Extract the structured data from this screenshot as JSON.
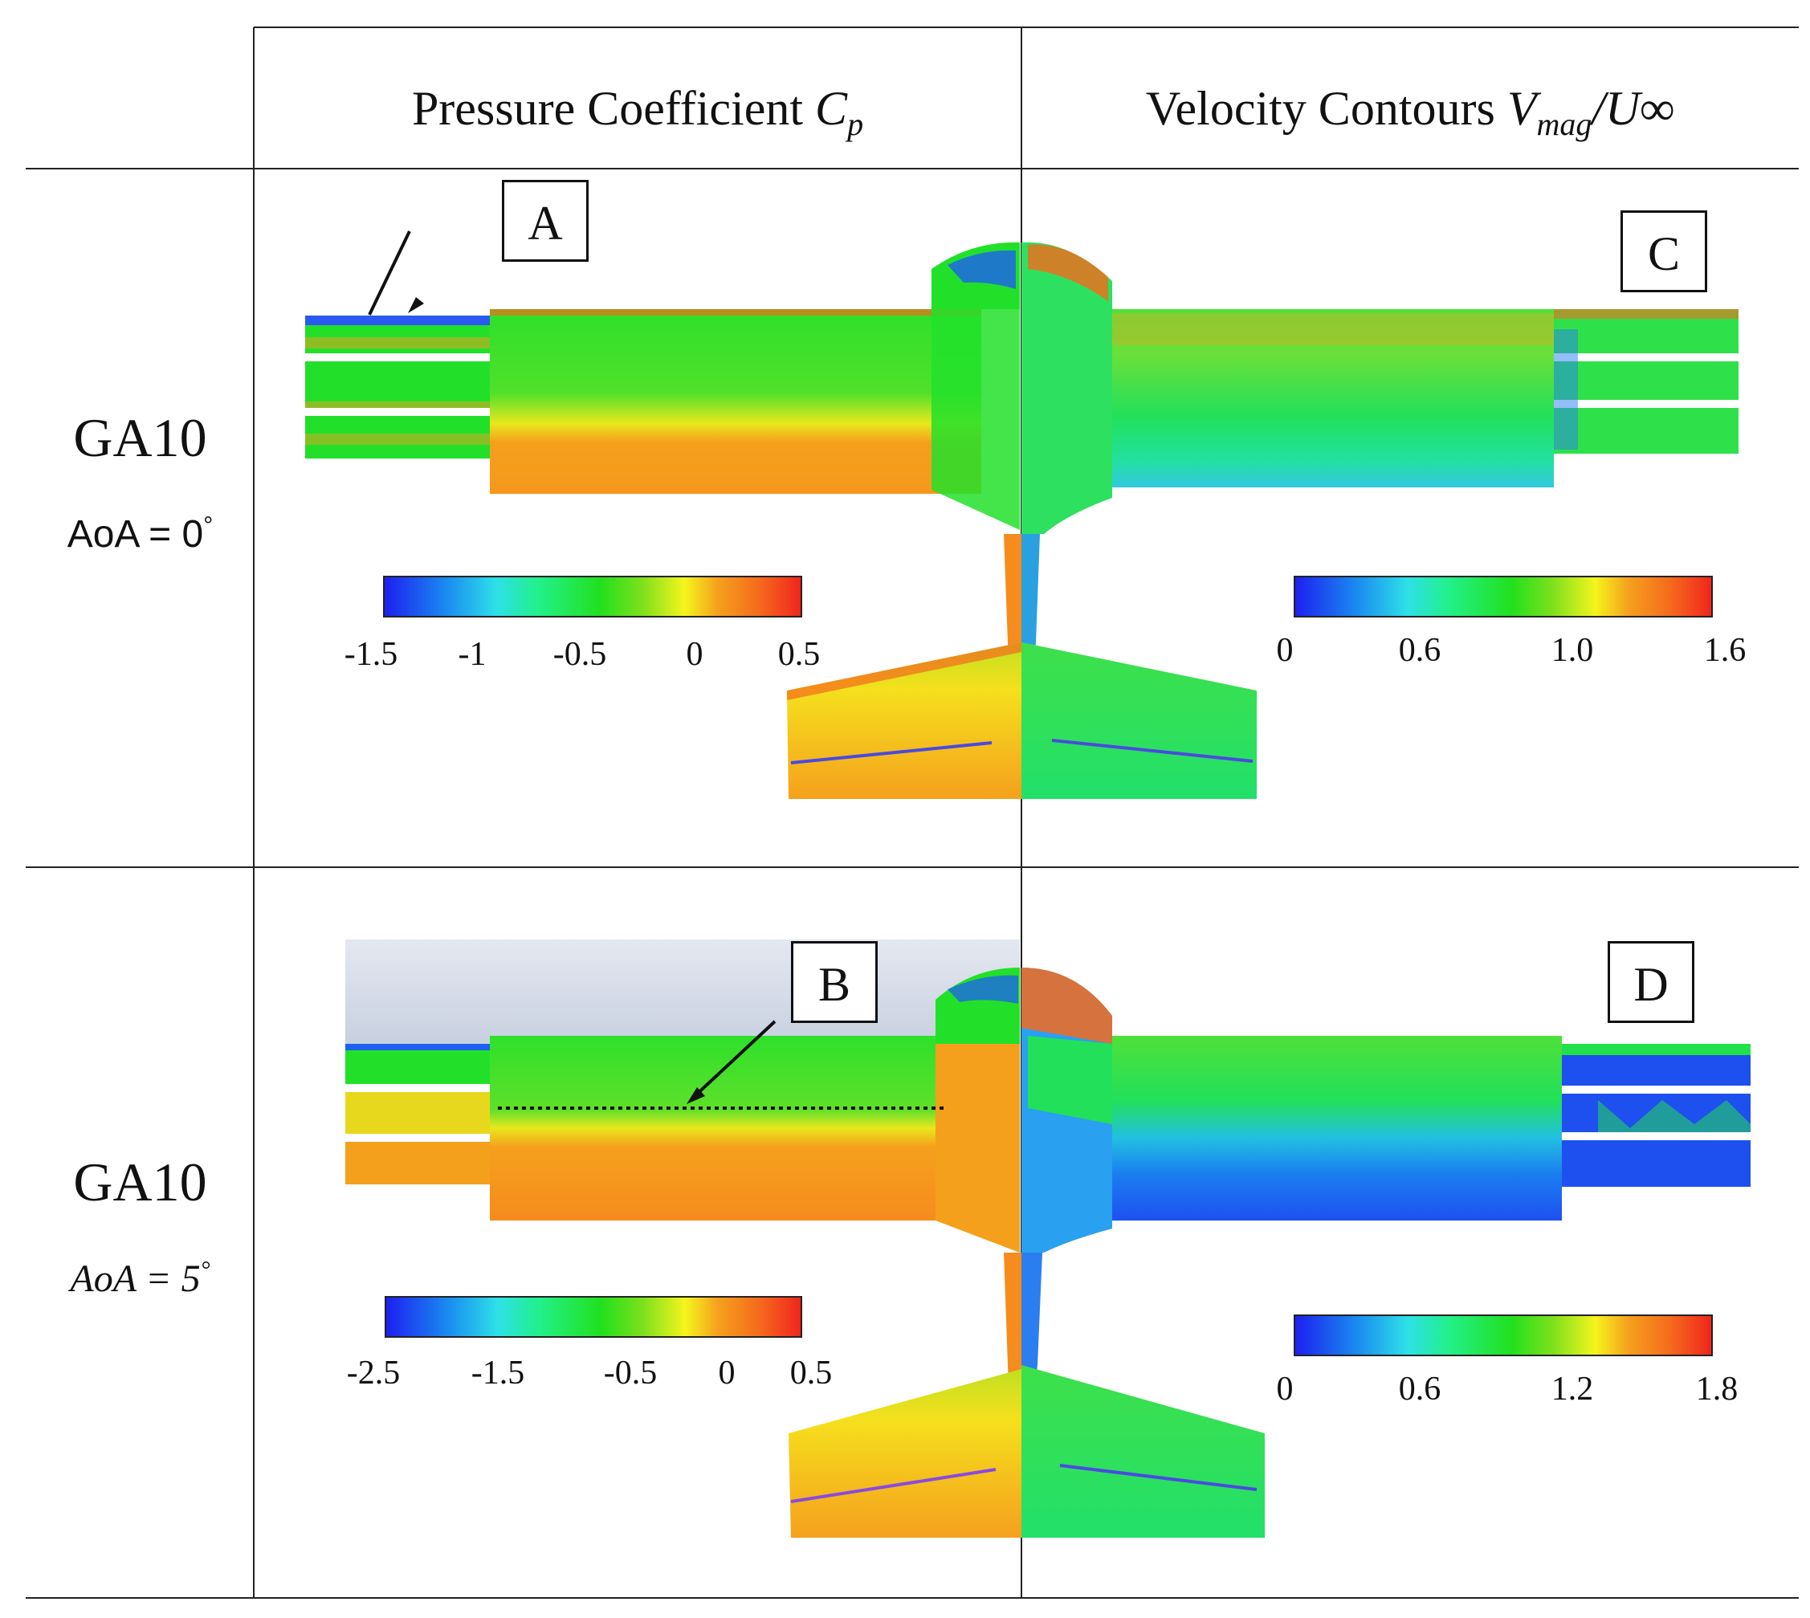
{
  "figure": {
    "columns": [
      {
        "prefix": "Pressure Coefficient ",
        "symbol": "C",
        "subscript": "p",
        "suffix": ""
      },
      {
        "prefix": "Velocity Contours ",
        "symbol": "V",
        "subscript": "mag",
        "suffix": "/U∞"
      }
    ],
    "rows": [
      {
        "name": "GA10",
        "aoa_text": "AoA = 0",
        "aoa_degree": "°"
      },
      {
        "name": "GA10",
        "aoa_text": "AoA = 5",
        "aoa_degree": "°"
      }
    ],
    "callouts": [
      "A",
      "B",
      "C",
      "D"
    ],
    "colorbars": [
      {
        "ticks": [
          "-1.5",
          "-1",
          "-0.5",
          "0",
          "0.5"
        ]
      },
      {
        "ticks": [
          "0",
          "0.6",
          "1.0",
          "1.6"
        ]
      },
      {
        "ticks": [
          "-2.5",
          "-1.5",
          "-0.5",
          "0",
          "0.5"
        ]
      },
      {
        "ticks": [
          "0",
          "0.6",
          "1.2",
          "1.8"
        ]
      }
    ],
    "colormap": [
      "#1d1ef0",
      "#1a8bf0",
      "#2ee0e8",
      "#22f08a",
      "#22e01d",
      "#7fe01d",
      "#f5f51d",
      "#f5a01d",
      "#f56a1d",
      "#f0241d"
    ]
  }
}
